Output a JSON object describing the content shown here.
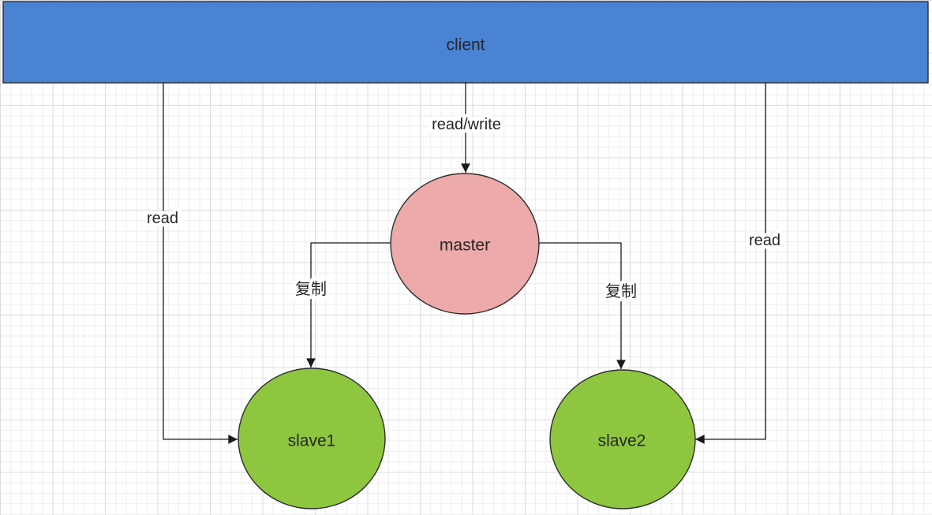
{
  "diagram": {
    "type": "topology",
    "nodes": {
      "client": {
        "label": "client",
        "shape": "rectangle",
        "fill": "#4a82d4"
      },
      "master": {
        "label": "master",
        "shape": "circle",
        "fill": "#ecaaaa"
      },
      "slave1": {
        "label": "slave1",
        "shape": "circle",
        "fill": "#8ec63f"
      },
      "slave2": {
        "label": "slave2",
        "shape": "circle",
        "fill": "#8ec63f"
      }
    },
    "edges": {
      "client_master": {
        "from": "client",
        "to": "master",
        "label": "read/write"
      },
      "client_slave1": {
        "from": "client",
        "to": "slave1",
        "label": "read"
      },
      "client_slave2": {
        "from": "client",
        "to": "slave2",
        "label": "read"
      },
      "master_slave1": {
        "from": "master",
        "to": "slave1",
        "label": "复制"
      },
      "master_slave2": {
        "from": "master",
        "to": "slave2",
        "label": "复制"
      }
    },
    "colors": {
      "node_border": "#2d2d2d",
      "edge_line": "#1a1a1a",
      "text": "#262626",
      "grid_minor": "#ededed",
      "grid_major": "#dcdcdc",
      "background": "#ffffff"
    }
  }
}
